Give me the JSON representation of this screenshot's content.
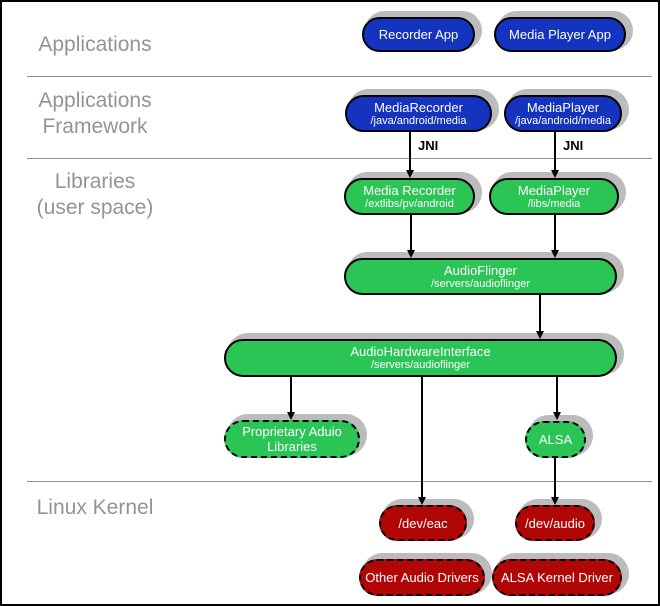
{
  "colors": {
    "app_blue": "#1433bf",
    "lib_green": "#2bc556",
    "kernel_red": "#b00606",
    "node_text": "#ffffff",
    "shadow_gray": "#bcbcbc",
    "label_gray": "#949494",
    "divider_gray": "#8f8f8f"
  },
  "layers": {
    "applications": {
      "lines": [
        "Applications"
      ]
    },
    "framework": {
      "lines": [
        "Applications",
        "Framework"
      ]
    },
    "libraries": {
      "lines": [
        "Libraries",
        "(user space)"
      ]
    },
    "kernel": {
      "lines": [
        "Linux Kernel"
      ]
    }
  },
  "nodes": {
    "recorder_app": {
      "label": "Recorder App"
    },
    "media_player_app": {
      "label": "Media Player App"
    },
    "media_recorder_fw": {
      "label": "MediaRecorder",
      "sub": "/java/android/media"
    },
    "media_player_fw": {
      "label": "MediaPlayer",
      "sub": "/java/android/media"
    },
    "media_recorder_lib": {
      "label": "Media Recorder",
      "sub": "/extlibs/pv/android"
    },
    "media_player_lib": {
      "label": "MediaPlayer",
      "sub": "/libs/media"
    },
    "audioflinger": {
      "label": "AudioFlinger",
      "sub": "/servers/audioflinger"
    },
    "audio_hw": {
      "label": "AudioHardwareInterface",
      "sub": "/servers/audioflinger"
    },
    "proprietary": {
      "line1": "Proprietary Aduio",
      "line2": "Libraries"
    },
    "alsa": {
      "label": "ALSA"
    },
    "dev_eac": {
      "label": "/dev/eac"
    },
    "dev_audio": {
      "label": "/dev/audio"
    },
    "other_drivers": {
      "label": "Other Audio Drivers"
    },
    "alsa_kernel": {
      "label": "ALSA Kernel Driver"
    }
  },
  "edges": [
    {
      "from": "MediaRecorder (framework)",
      "to": "Media Recorder (library)",
      "label": "JNI"
    },
    {
      "from": "MediaPlayer (framework)",
      "to": "MediaPlayer (library)",
      "label": "JNI"
    },
    {
      "from": "Media Recorder (library)",
      "to": "AudioFlinger"
    },
    {
      "from": "MediaPlayer (library)",
      "to": "AudioFlinger"
    },
    {
      "from": "AudioFlinger",
      "to": "AudioHardwareInterface"
    },
    {
      "from": "AudioHardwareInterface",
      "to": "Proprietary Aduio Libraries"
    },
    {
      "from": "AudioHardwareInterface",
      "to": "/dev/eac"
    },
    {
      "from": "AudioHardwareInterface",
      "to": "ALSA"
    },
    {
      "from": "ALSA",
      "to": "/dev/audio"
    }
  ]
}
